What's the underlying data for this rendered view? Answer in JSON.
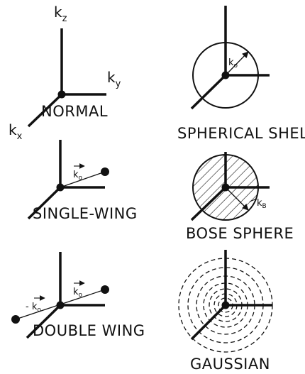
{
  "panels": {
    "normal": {
      "caption": "NORMAL",
      "axis_labels": {
        "kz": "k",
        "kz_sub": "z",
        "ky": "k",
        "ky_sub": "y",
        "kx": "k",
        "kx_sub": "x"
      }
    },
    "spherical_shell": {
      "caption": "SPHERICAL SHELL",
      "radius_label": "k",
      "radius_sub": "o"
    },
    "single_wing": {
      "caption": "SINGLE-WING",
      "vector_label": "k",
      "vector_sub": "o"
    },
    "bose_sphere": {
      "caption": "BOSE SPHERE",
      "radius_label": "k",
      "radius_sub": "B"
    },
    "double_wing": {
      "caption": "DOUBLE WING",
      "vector_label": "k",
      "vector_sub": "o",
      "neg_vector_label": "- k",
      "neg_vector_sub": "o"
    },
    "gaussian": {
      "caption": "GAUSSIAN"
    }
  }
}
